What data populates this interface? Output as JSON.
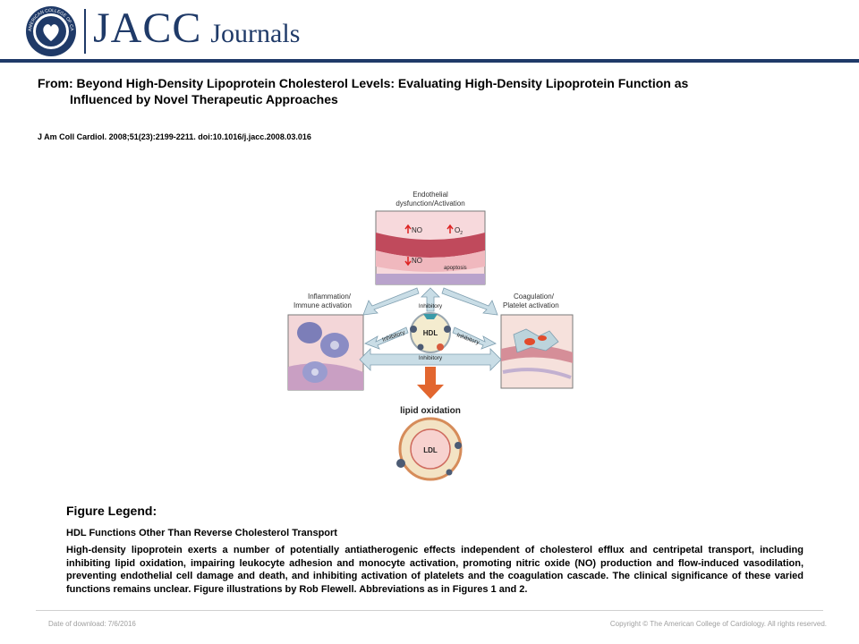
{
  "header": {
    "logo_main": "JACC",
    "logo_sub": "Journals",
    "seal_text": "AMERICAN COLLEGE OF CARDIOLOGY"
  },
  "article": {
    "from_line_1": "From: Beyond High-Density Lipoprotein Cholesterol Levels: Evaluating High-Density Lipoprotein Function as",
    "from_line_2": "Influenced by Novel Therapeutic Approaches",
    "citation": "J Am Coll Cardiol. 2008;51(23):2199-2211. doi:10.1016/j.jacc.2008.03.016"
  },
  "figure": {
    "endothelial_label_1": "Endothelial",
    "endothelial_label_2": "dysfunction/Activation",
    "no_up": "NO",
    "o2": "O",
    "o2_sup": "2",
    "no_down": "NO",
    "apoptosis": "apoptosis",
    "inflammation_label_1": "Inflammation/",
    "inflammation_label_2": "Immune activation",
    "coagulation_label_1": "Coagulation/",
    "coagulation_label_2": "Platelet activation",
    "inhibitory_top": "Inhibitory",
    "inhibitory_left": "Inhibitory",
    "inhibitory_right": "Inhibitory",
    "inhibitory_bottom": "Inhibitory",
    "hdl": "HDL",
    "lipid_oxidation": "lipid oxidation",
    "ldl": "LDL"
  },
  "legend": {
    "title": "Figure Legend:",
    "subtitle": "HDL Functions Other Than Reverse Cholesterol Transport",
    "body": "High-density lipoprotein exerts a number of potentially antiatherogenic effects independent of cholesterol efflux and centripetal transport, including inhibiting lipid oxidation, impairing leukocyte adhesion and monocyte activation, promoting nitric oxide (NO) production and flow-induced vasodilation, preventing endothelial cell damage and death, and inhibiting activation of platelets and the coagulation cascade. The clinical significance of these varied functions remains unclear. Figure illustrations by Rob Flewell. Abbreviations as in Figures 1 and 2."
  },
  "footer": {
    "date": "Date of download:  7/6/2016",
    "copyright": "Copyright © The American College of Cardiology. All rights reserved."
  },
  "colors": {
    "brand_navy": "#1f3a68",
    "arrow_fill": "#c9dde6",
    "arrow_stroke": "#7f9fb0",
    "down_arrow": "#e2662f"
  }
}
